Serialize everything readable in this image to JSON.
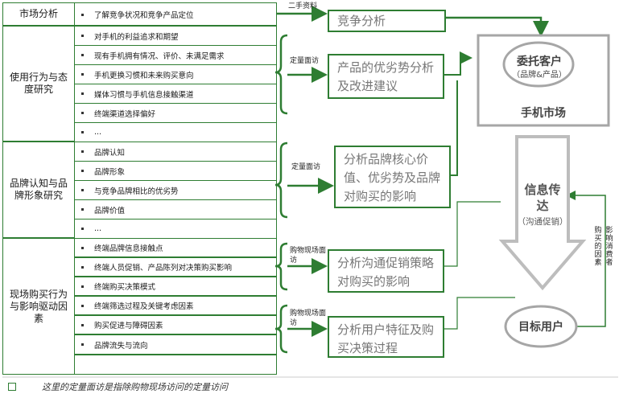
{
  "categories": [
    {
      "label": "市场分析",
      "items": [
        "了解竞争状况和竞争产品定位"
      ]
    },
    {
      "label": "使用行为与态度研究",
      "items": [
        "对手机的利益追求和期望",
        "现有手机拥有情况、评价、未满足需求",
        "手机更换习惯和未来购买意向",
        "媒体习惯与手机信息接触渠道",
        "终端渠道选择偏好",
        "..."
      ]
    },
    {
      "label": "品牌认知与品牌形象研究",
      "items": [
        "品牌认知",
        "品牌形象",
        "与竞争品牌相比的优劣势",
        "品牌价值",
        "..."
      ]
    },
    {
      "label": "现场购买行为与影响驱动因素",
      "items": [
        "终端品牌信息接触点",
        "终端人员促销、产品陈列对决策购买影响",
        "终端购买决策模式",
        "终端筛选过程及关键考虑因素",
        "购买促进与障碍因素",
        "品牌流失与流向"
      ]
    }
  ],
  "methods": {
    "secondary": "二手资料",
    "quant1": "定量面访",
    "quant2": "定量面访",
    "shopping1": "购物现场面访",
    "shopping2": "购物现场面访"
  },
  "outputs": {
    "competition": "竞争分析",
    "product": "产品的优劣势分析及改进建议",
    "brand": "分析品牌核心价值、优劣势及品牌对购买的影响",
    "promotion": "分析沟通促销策略对购买的影响",
    "user": "分析用户特征及购买决策过程"
  },
  "client": {
    "title": "委托客户",
    "sub": "（品牌&产品）",
    "market": "手机市场"
  },
  "info": {
    "title": "信息传达",
    "sub": "（沟通促销）",
    "factor1": "购买的因素",
    "factor2": "影响消费者"
  },
  "target_user": "目标用户",
  "footnote": "这里的定量面访是指除购物现场访问的定量访问",
  "colors": {
    "green": "#2e7d32",
    "gray": "#a6a6a6",
    "arrow_gray": "#bdbdbd"
  }
}
